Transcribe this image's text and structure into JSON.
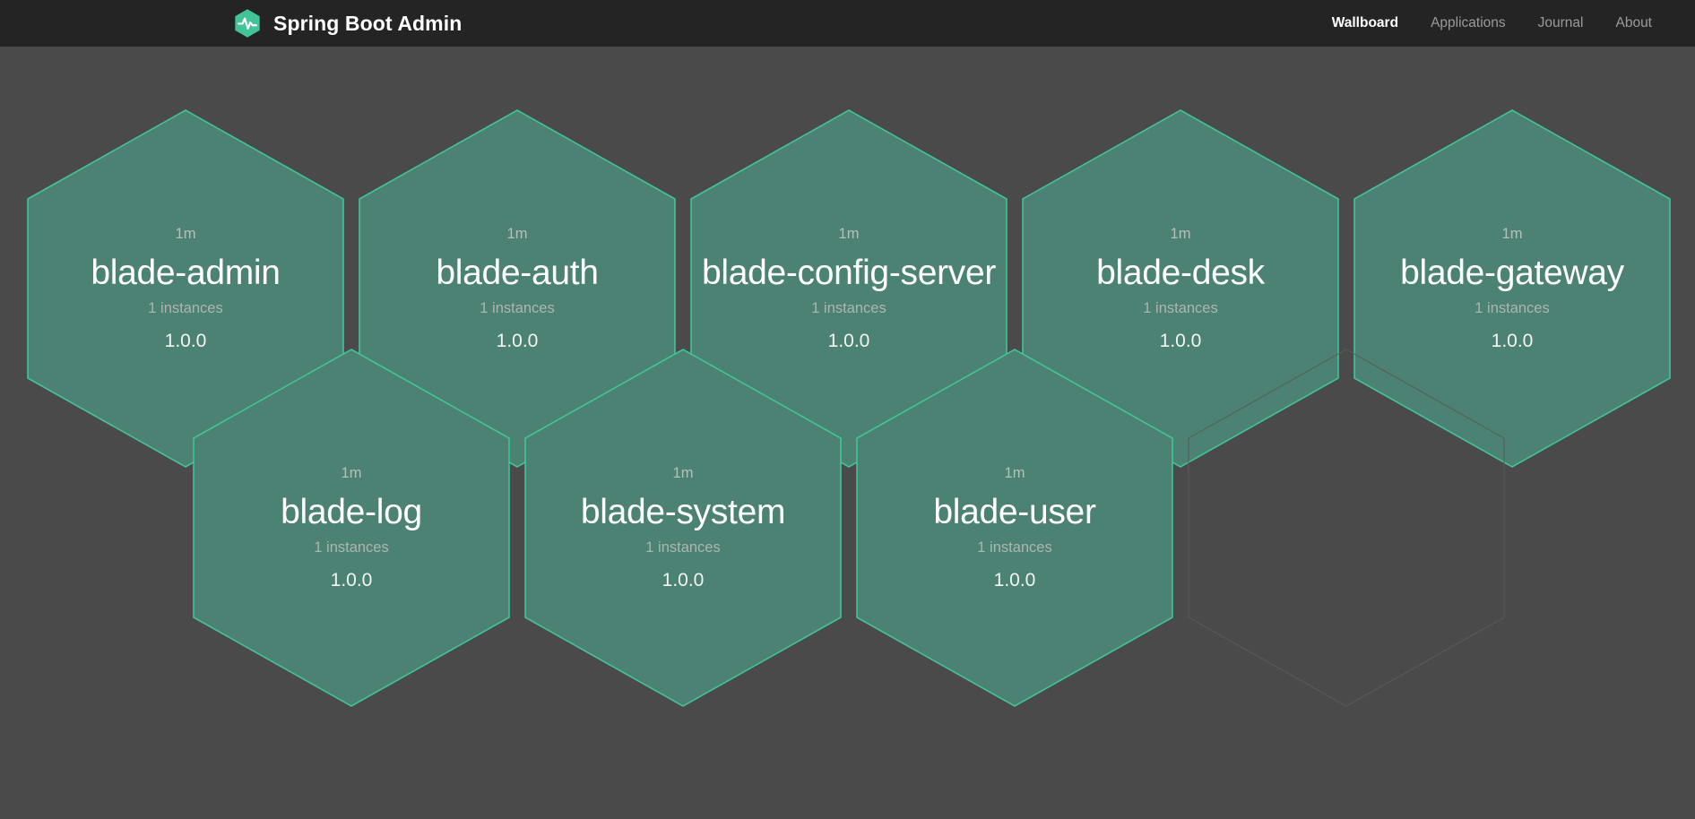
{
  "navbar": {
    "brand": {
      "title": "Spring Boot Admin",
      "logo_icon": "hexagon-heartbeat-logo"
    },
    "links": [
      {
        "label": "Wallboard",
        "active": true
      },
      {
        "label": "Applications",
        "active": false
      },
      {
        "label": "Journal",
        "active": false
      },
      {
        "label": "About",
        "active": false
      }
    ]
  },
  "colors": {
    "navbar_bg": "#242424",
    "page_bg": "#4a4a4a",
    "hex_fill": "#4c8274",
    "hex_border": "#42c398",
    "empty_hex_border": "#5a5a5a",
    "text_primary": "#ffffff",
    "text_muted": "#adb5b2"
  },
  "wallboard": {
    "rows": [
      {
        "applications": [
          {
            "uptime": "1m",
            "name": "blade-admin",
            "instances": "1 instances",
            "version": "1.0.0",
            "status": "up"
          },
          {
            "uptime": "1m",
            "name": "blade-auth",
            "instances": "1 instances",
            "version": "1.0.0",
            "status": "up"
          },
          {
            "uptime": "1m",
            "name": "blade-config-server",
            "instances": "1 instances",
            "version": "1.0.0",
            "status": "up"
          },
          {
            "uptime": "1m",
            "name": "blade-desk",
            "instances": "1 instances",
            "version": "1.0.0",
            "status": "up"
          },
          {
            "uptime": "1m",
            "name": "blade-gateway",
            "instances": "1 instances",
            "version": "1.0.0",
            "status": "up"
          }
        ]
      },
      {
        "applications": [
          {
            "uptime": "1m",
            "name": "blade-log",
            "instances": "1 instances",
            "version": "1.0.0",
            "status": "up"
          },
          {
            "uptime": "1m",
            "name": "blade-system",
            "instances": "1 instances",
            "version": "1.0.0",
            "status": "up"
          },
          {
            "uptime": "1m",
            "name": "blade-user",
            "instances": "1 instances",
            "version": "1.0.0",
            "status": "up"
          },
          {
            "uptime": "",
            "name": "",
            "instances": "",
            "version": "",
            "status": "empty"
          }
        ]
      }
    ]
  }
}
